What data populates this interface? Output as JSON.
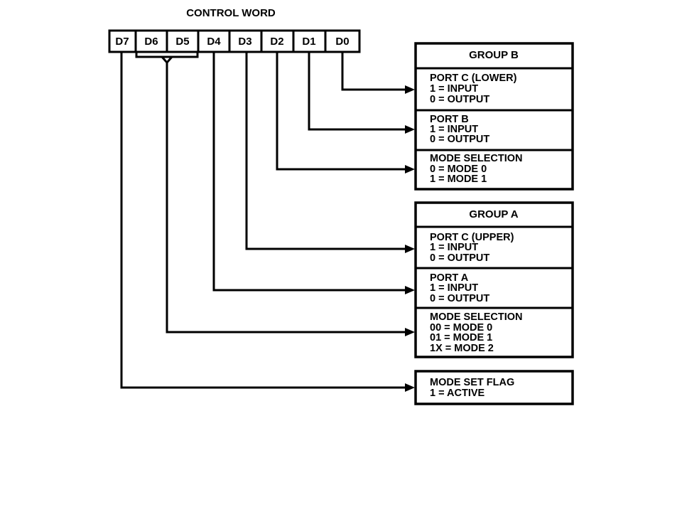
{
  "title": "CONTROL WORD",
  "bits": [
    "D7",
    "D6",
    "D5",
    "D4",
    "D3",
    "D2",
    "D1",
    "D0"
  ],
  "group_b": {
    "header": "GROUP B",
    "port_c_lower": {
      "name": "PORT C (LOWER)",
      "opt1": "1 = INPUT",
      "opt2": "0 = OUTPUT"
    },
    "port_b": {
      "name": "PORT B",
      "opt1": "1 = INPUT",
      "opt2": "0 = OUTPUT"
    },
    "mode_selection": {
      "name": "MODE SELECTION",
      "opt1": "0 = MODE 0",
      "opt2": "1 = MODE 1"
    }
  },
  "group_a": {
    "header": "GROUP A",
    "port_c_upper": {
      "name": "PORT C (UPPER)",
      "opt1": "1 = INPUT",
      "opt2": "0 = OUTPUT"
    },
    "port_a": {
      "name": "PORT A",
      "opt1": "1 = INPUT",
      "opt2": "0 = OUTPUT"
    },
    "mode_selection": {
      "name": "MODE SELECTION",
      "opt1": "00 = MODE 0",
      "opt2": "01 = MODE 1",
      "opt3": "1X = MODE 2"
    }
  },
  "mode_set_flag": {
    "name": "MODE SET FLAG",
    "opt1": "1 = ACTIVE"
  }
}
